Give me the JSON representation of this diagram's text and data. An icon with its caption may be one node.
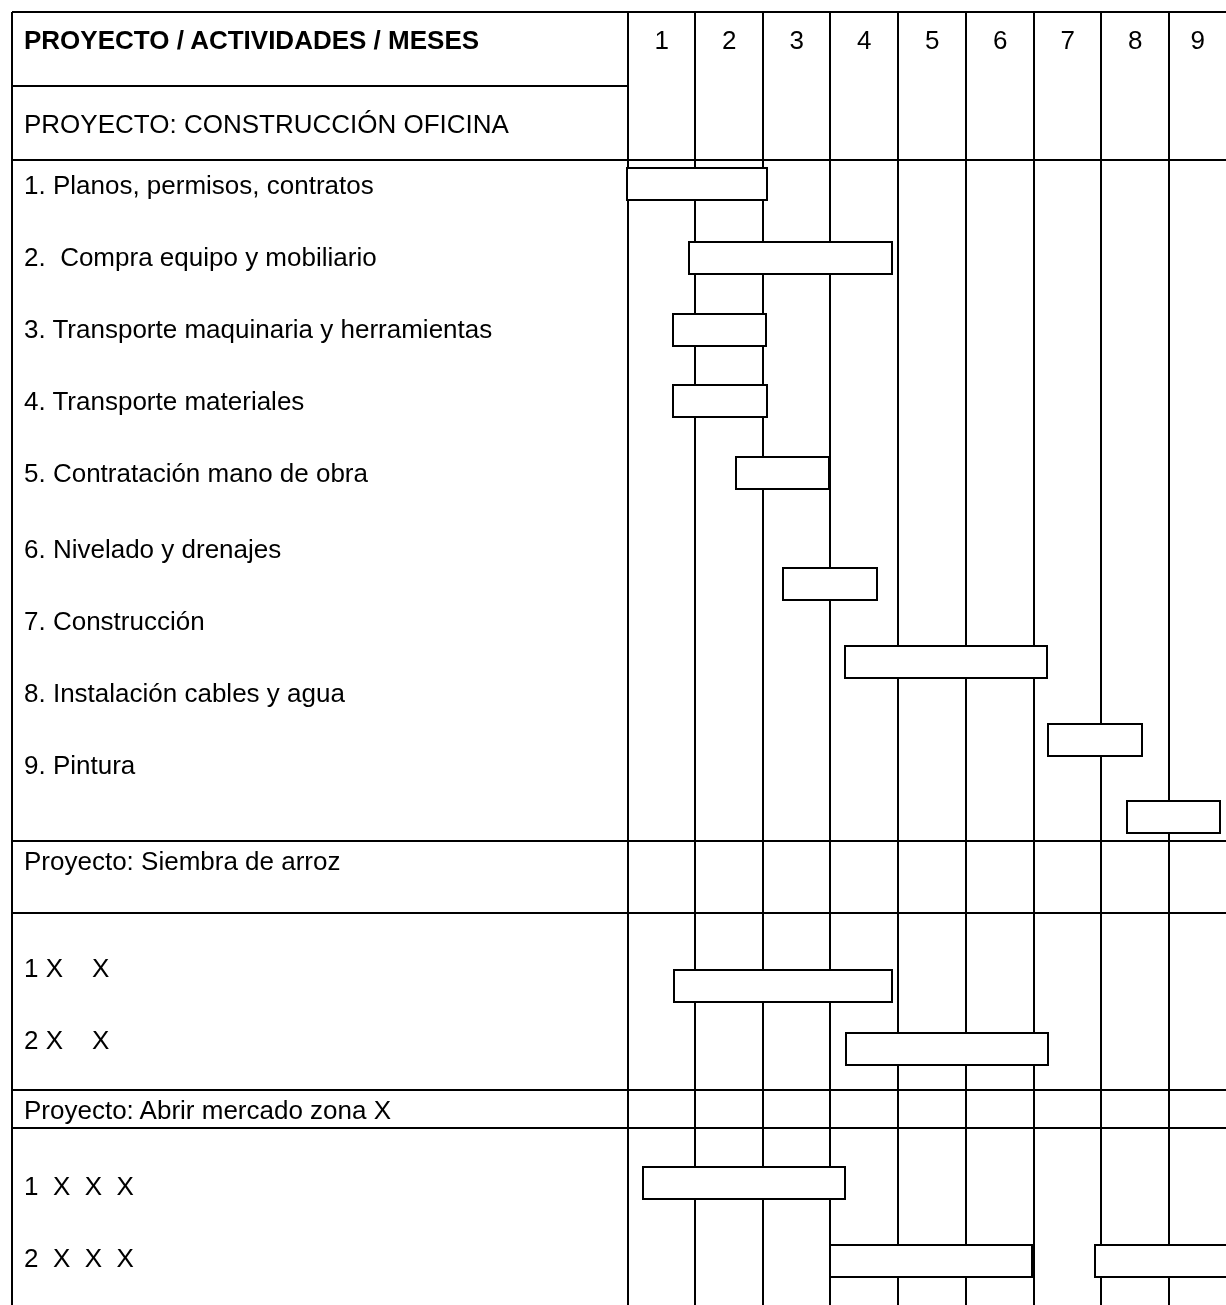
{
  "diagram": {
    "nodes": [
      {
        "text": [],
        "shape": "bar"
      },
      {
        "text": [],
        "shape": "bar"
      },
      {
        "text": [],
        "shape": "bar"
      },
      {
        "text": [],
        "shape": "bar"
      },
      {
        "text": [],
        "shape": "bar"
      },
      {
        "text": [],
        "shape": "bar"
      },
      {
        "text": [],
        "shape": "bar"
      },
      {
        "text": [],
        "shape": "bar"
      },
      {
        "text": [],
        "shape": "bar"
      },
      {
        "text": [],
        "shape": "bar"
      },
      {
        "text": [],
        "shape": "bar"
      },
      {
        "text": [],
        "shape": "bar"
      },
      {
        "text": [],
        "shape": "bar"
      },
      {
        "text": [],
        "shape": "bar"
      }
    ],
    "labels": [
      "PROYECTO / ACTIVIDADES / MESES",
      "1",
      "2",
      "3",
      "4",
      "5",
      "6",
      "7",
      "8",
      "9",
      "PROYECTO: CONSTRUCCIÓN OFICINA",
      "1. Planos, permisos, contratos",
      "2.  Compra equipo y mobiliario",
      "3. Transporte maquinaria y herramientas",
      "4. Transporte materiales",
      "5. Contratación mano de obra",
      "6. Nivelado y drenajes",
      "7. Construcción",
      "8. Instalación cables y agua",
      "9. Pintura",
      "Proyecto: Siembra de arroz",
      "1 X    X",
      "2 X    X",
      "Proyecto: Abrir mercado zona X",
      "1  X  X  X",
      "2  X  X  X"
    ]
  }
}
